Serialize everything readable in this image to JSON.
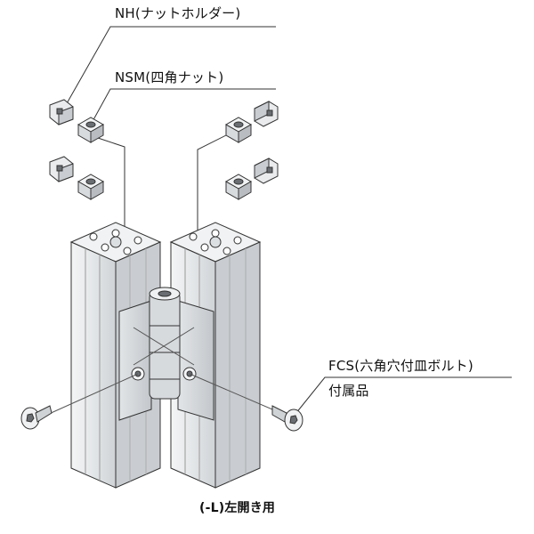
{
  "labels": {
    "nh": "NH(ナットホルダー)",
    "nsm": "NSM(四角ナット)",
    "fcs": "FCS(六角穴付皿ボルト)",
    "accessory": "付属品"
  },
  "caption": "(-L)左開き用",
  "colors": {
    "line": "#333333",
    "part_fill": "#e9ebed",
    "part_shade": "#c9cdd1",
    "dark": "#6a6e72"
  }
}
